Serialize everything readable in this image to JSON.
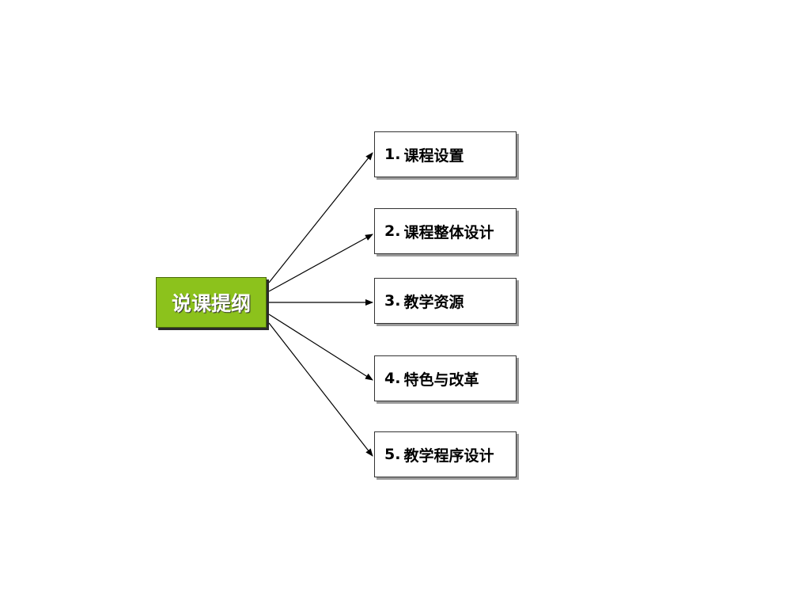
{
  "root": {
    "label": "说课提纲",
    "fill_color": "#8cc21c"
  },
  "branches": [
    {
      "number": "1.",
      "label": "课程设置"
    },
    {
      "number": "2.",
      "label": "课程整体设计"
    },
    {
      "number": "3.",
      "label": "教学资源"
    },
    {
      "number": "4.",
      "label": "特色与改革"
    },
    {
      "number": "5.",
      "label": "教学程序设计"
    }
  ],
  "connector_style": "arrow"
}
